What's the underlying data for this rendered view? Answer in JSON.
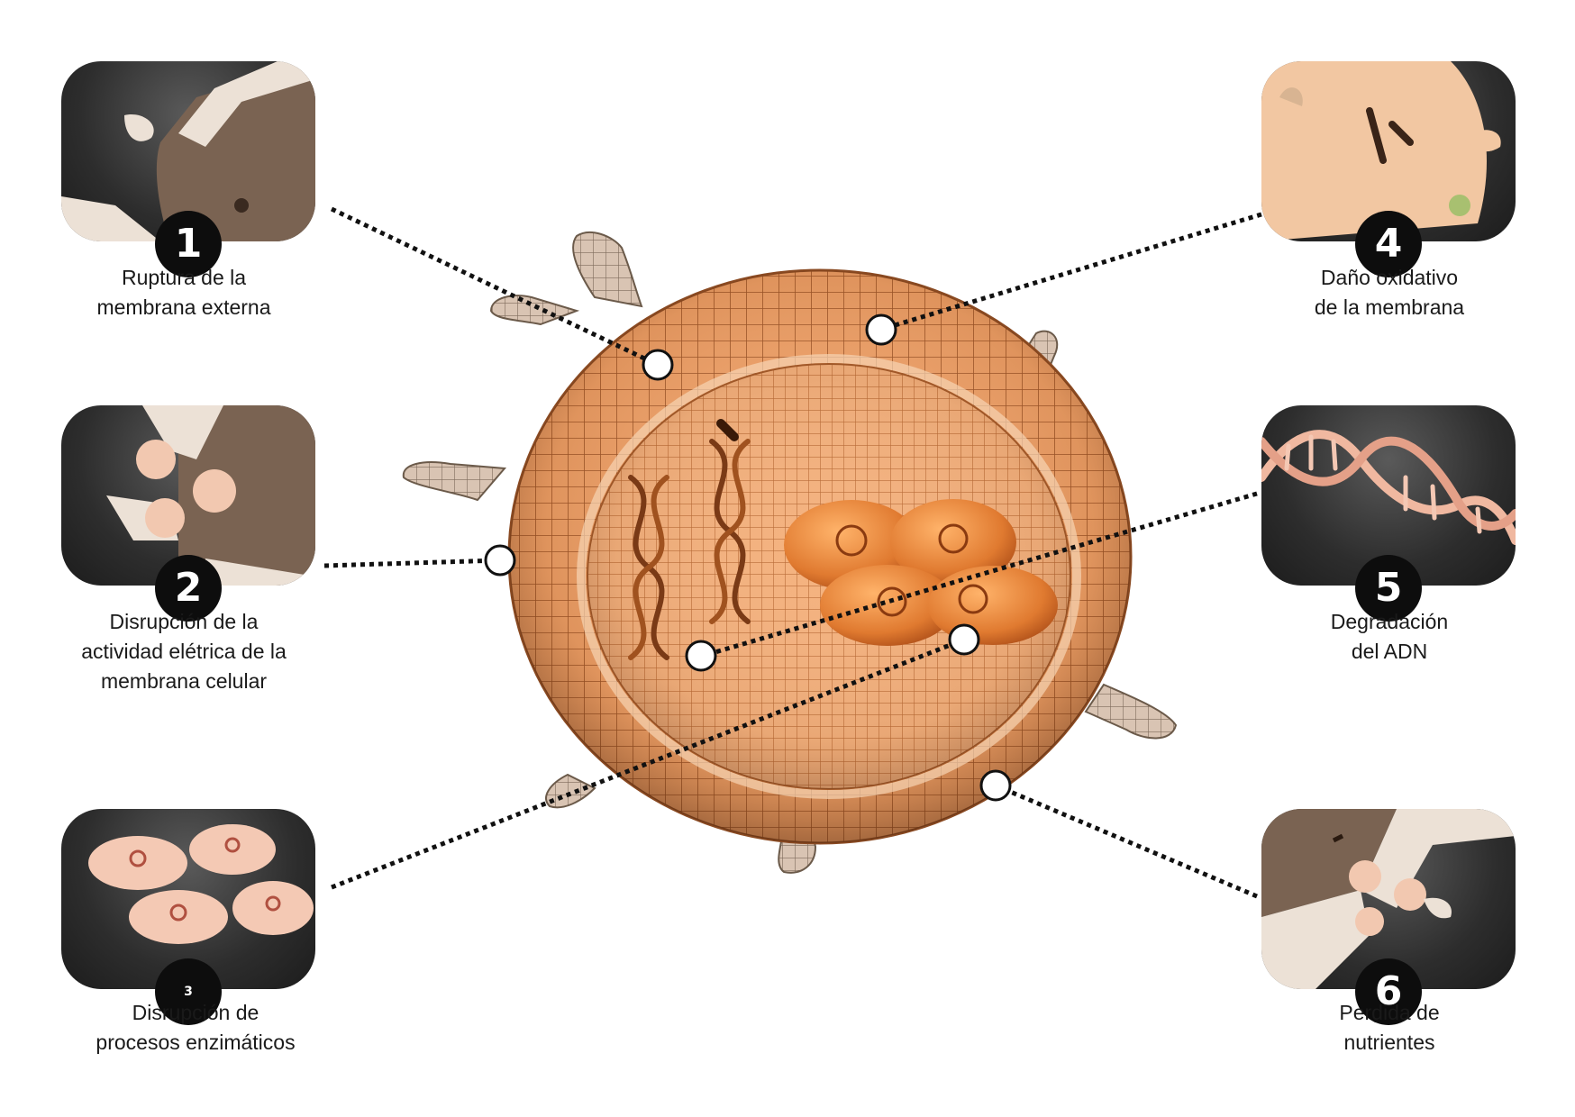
{
  "panels": [
    {
      "id": 1,
      "badge": "1",
      "caption": "Ruptura de la\nmembrana externa"
    },
    {
      "id": 2,
      "badge": "2",
      "caption": "Disrupción de la\nactividad elétrica de la\nmembrana celular"
    },
    {
      "id": 3,
      "badge": "3",
      "caption": "Disrupción de\nprocesos enzimáticos"
    },
    {
      "id": 4,
      "badge": "4",
      "caption": "Daño oxidativo\nde la membrana"
    },
    {
      "id": 5,
      "badge": "5",
      "caption": "Degradación\ndel ADN"
    },
    {
      "id": 6,
      "badge": "6",
      "caption": "Perdida de\nnutrientes"
    }
  ],
  "colors": {
    "cell": "#e8935a",
    "cell_dark": "#b8672f",
    "mesh": "#8a4a22",
    "panel_bg": "#2a2a2a",
    "badge": "#0d0d0d",
    "connector": "#111111"
  },
  "icons": {
    "cell": "bacterium-cell-illustration",
    "dna": "dna-helix-icon",
    "enzyme": "enzyme-disc-icon"
  }
}
